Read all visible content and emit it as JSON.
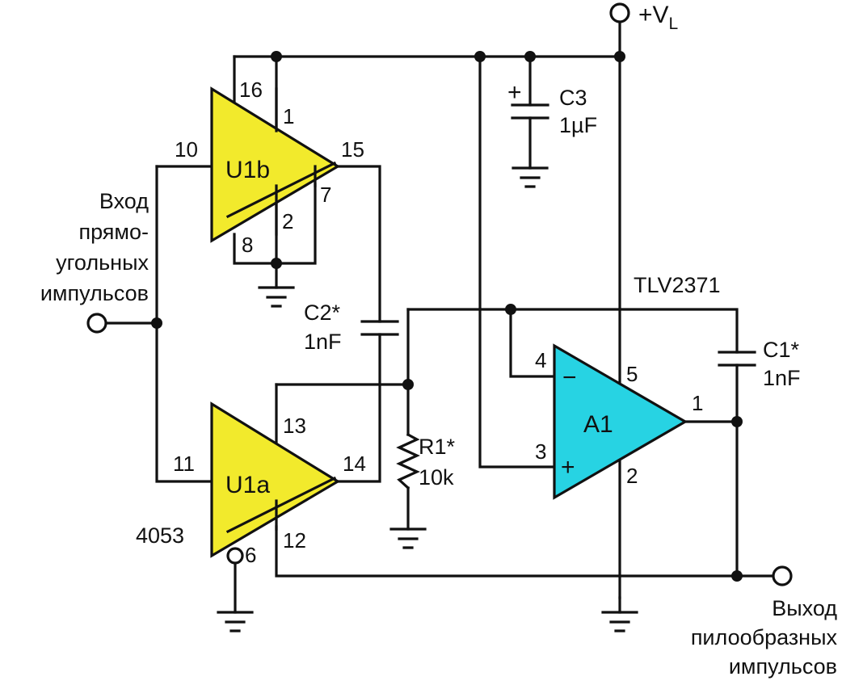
{
  "colors": {
    "mux_fill": "#f2ea2c",
    "opamp_fill": "#27d3e3",
    "wire": "#111111"
  },
  "supply": {
    "label": "+V",
    "subscript": "L"
  },
  "components": {
    "u1b": {
      "name": "U1b",
      "pins": {
        "vcc": "16",
        "ctrl": "1",
        "in": "10",
        "out": "15",
        "p7": "7",
        "p2": "2",
        "p8": "8"
      }
    },
    "u1a": {
      "name": "U1a",
      "part": "4053",
      "pins": {
        "ctrl": "13",
        "in": "11",
        "out": "14",
        "p12": "12",
        "p6": "6"
      }
    },
    "a1": {
      "name": "A1",
      "part": "TLV2371",
      "pins": {
        "inv": "4",
        "noninv": "3",
        "vcc": "5",
        "out": "1",
        "gnd": "2"
      },
      "minus": "−",
      "plus": "+"
    },
    "c3": {
      "name": "C3",
      "value": "1µF",
      "polarity": "+"
    },
    "c2": {
      "name": "C2*",
      "value": "1nF"
    },
    "c1": {
      "name": "C1*",
      "value": "1nF"
    },
    "r1": {
      "name": "R1*",
      "value": "10k"
    }
  },
  "input_label": [
    "Вход",
    "прямо-",
    "угольных",
    "импульсов"
  ],
  "output_label": [
    "Выход",
    "пилообразных",
    "импульсов"
  ]
}
